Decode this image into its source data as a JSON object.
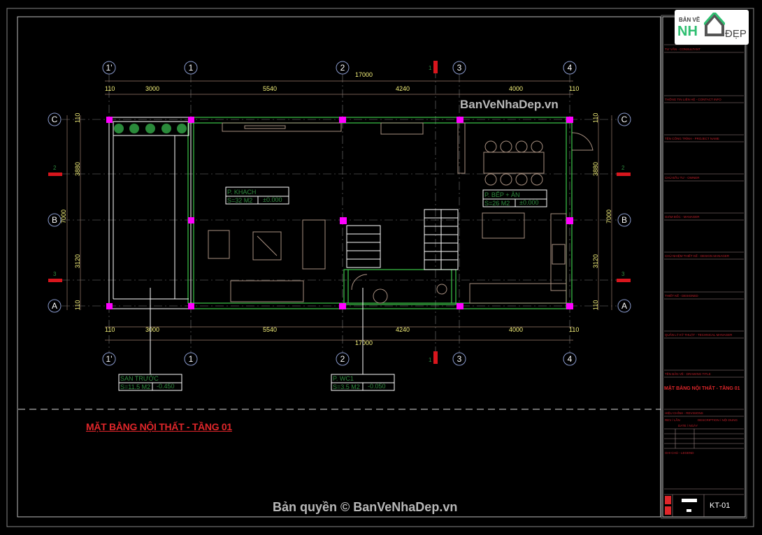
{
  "drawing": {
    "title": "MẶT BẰNG NỘI THẤT - TẦNG 01",
    "grid_columns": [
      "1'",
      "1",
      "2",
      "3",
      "4"
    ],
    "grid_rows": [
      "C",
      "B",
      "A"
    ],
    "section_marks": {
      "vertical": "1",
      "horizontal": [
        "2",
        "3"
      ]
    },
    "dimensions_horizontal": {
      "segments": [
        "110",
        "3000",
        "5540",
        "4240",
        "4000",
        "110"
      ],
      "overall": "17000"
    },
    "dimensions_vertical": {
      "segments": [
        "110",
        "3880",
        "3120",
        "110"
      ],
      "overall": "7000"
    },
    "rooms": [
      {
        "name": "P. KHACH",
        "area": "S=32 M2",
        "level": "±0.000"
      },
      {
        "name": "P. BẾP + ĂN",
        "area": "S=26 M2",
        "level": "±0.000"
      },
      {
        "name": "SAN TRƯỚC",
        "area": "S=11.5 M2",
        "level": "-0.450"
      },
      {
        "name": "P. WC1",
        "area": "S=3.5 M2",
        "level": "-0.050"
      }
    ],
    "colors": {
      "background": "#000000",
      "wall": "#3cc84a",
      "column": "#ff00ff",
      "title": "#e0262a",
      "dimension": "#f4f07a"
    }
  },
  "watermarks": {
    "top": "BanVeNhaDep.vn",
    "bottom": "Bản quyền © BanVeNhaDep.vn"
  },
  "logo": {
    "line1": "BẢN VẼ",
    "line2": "NH",
    "line3": "ĐẸP"
  },
  "title_block": {
    "fields": [
      "TƯ VẤN - CONSULTANT",
      "THÔNG TIN LIÊN HỆ - CONTACT INFO",
      "TÊN CÔNG TRÌNH - PROJECT NAME",
      "CHỦ ĐẦU TƯ - OWNER",
      "GIÁM ĐỐC - MANAGER",
      "CHỦ NHIỆM THIẾT KẾ - DESIGN MANAGER",
      "THIẾT KẾ - DESIGNED",
      "QUẢN LÝ KỸ THUẬT - TECHNICAL MANAGER",
      "TÊN BẢN VẼ - DRAWING TITLE"
    ],
    "drawing_name": "MẶT BẰNG NỘI THẤT - TẦNG 01",
    "revisions_label": "HIỆU CHỈNH - REVISIONS",
    "revision_headers": [
      "REV / LẦN",
      "DATE / NGÀY",
      "DESCRIPTION / NỘI DUNG"
    ],
    "legend_label": "GHI CHÚ - LEGEND",
    "sheet_number": "KT-01"
  }
}
